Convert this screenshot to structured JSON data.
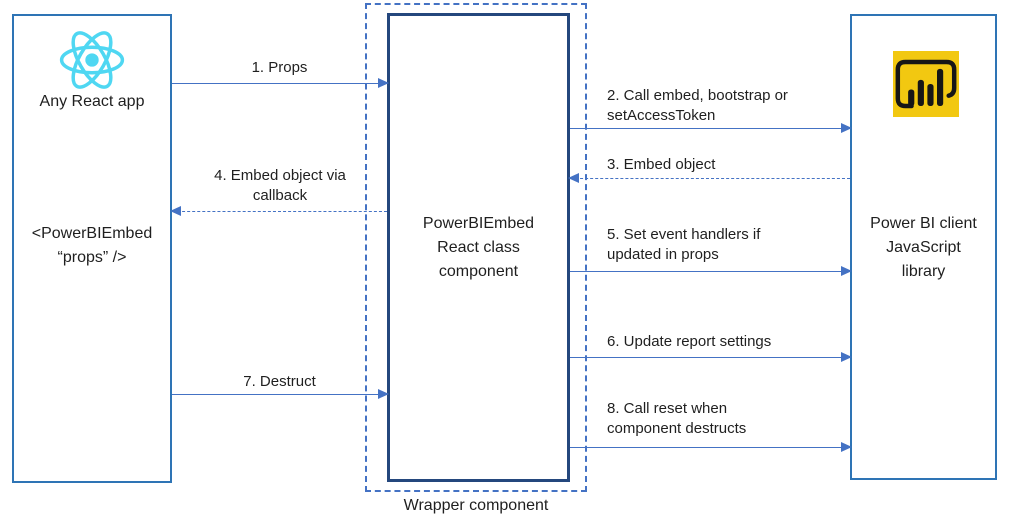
{
  "diagram": {
    "left_node": {
      "title": "Any React app",
      "code": "<PowerBIEmbed\n“props” />"
    },
    "wrapper": {
      "caption": "Wrapper component",
      "component": "PowerBIEmbed\nReact class\ncomponent"
    },
    "right_node": {
      "title": "Power BI client\nJavaScript\nlibrary"
    },
    "arrows": [
      {
        "label": "1. Props"
      },
      {
        "label": "2. Call embed, bootstrap or\nsetAccessToken"
      },
      {
        "label": "3. Embed object"
      },
      {
        "label": "4. Embed object via\ncallback"
      },
      {
        "label": "5. Set event handlers if\nupdated in props"
      },
      {
        "label": "6. Update report settings"
      },
      {
        "label": "7. Destruct"
      },
      {
        "label": "8. Call reset when\ncomponent destructs"
      }
    ],
    "icons": {
      "react": "react-logo-icon",
      "powerbi": "power-bi-icon"
    },
    "colors": {
      "outer_box_border": "#2E74B5",
      "inner_box_border": "#24477D",
      "dashed_border": "#4472C4",
      "arrow": "#4472C4",
      "react_cyan": "#4FD7F2",
      "powerbi_yellow": "#F2C811",
      "text": "#1F1F1F"
    }
  }
}
